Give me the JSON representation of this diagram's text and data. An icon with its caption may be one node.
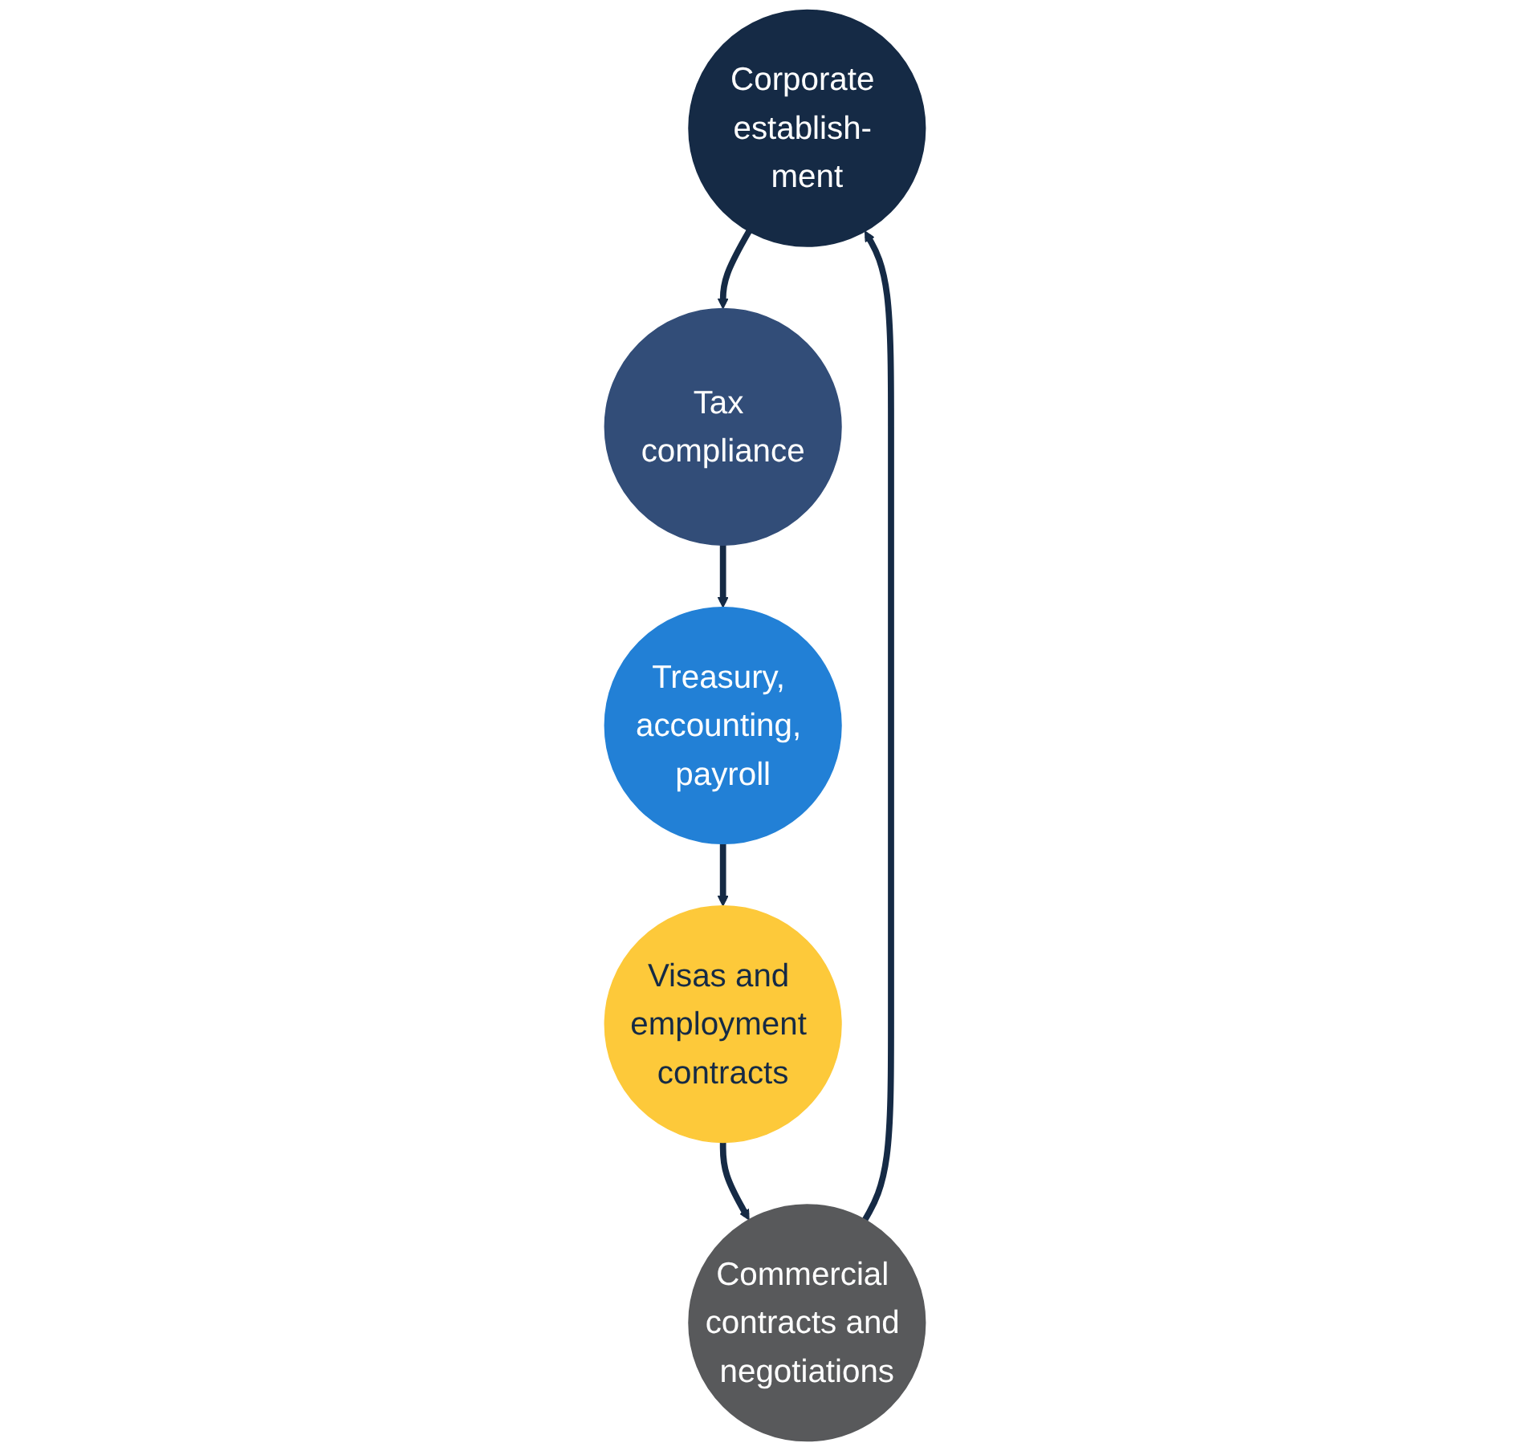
{
  "diagram": {
    "nodes": [
      {
        "text": [
          "Corporate establish- ment"
        ]
      },
      {
        "text": [
          "Tax compliance"
        ]
      },
      {
        "text": [
          "Treasury, accounting, payroll"
        ]
      },
      {
        "text": [
          "Visas and employment contracts"
        ]
      },
      {
        "text": [
          "Commercial contracts and negotiations"
        ]
      }
    ],
    "edges": [
      {
        "from": 0,
        "to": 1,
        "arrow": "to"
      },
      {
        "from": 1,
        "to": 2,
        "arrow": "to"
      },
      {
        "from": 2,
        "to": 3,
        "arrow": "to"
      },
      {
        "from": 3,
        "to": 4,
        "arrow": "to"
      },
      {
        "from": 4,
        "to": 0,
        "arrow": "to"
      }
    ]
  }
}
